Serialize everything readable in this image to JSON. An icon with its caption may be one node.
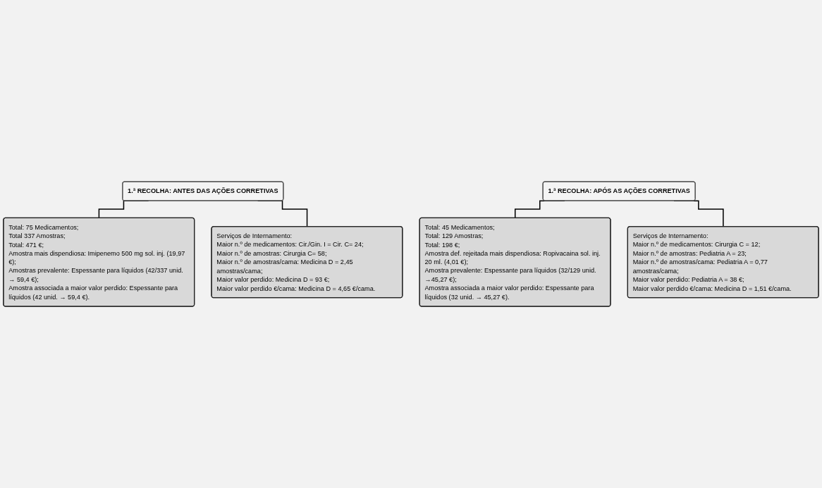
{
  "diagram": {
    "nodes": [
      {
        "text": [
          "1.ª RECOLHA: ANTES DAS AÇÕES CORRETIVAS"
        ]
      },
      {
        "text": [
          "Total: 75 Medicamentos;",
          "Total 337 Amostras;",
          "Total: 471 €;",
          "Amostra mais dispendiosa: Imipenemo 500 mg sol. inj. (19,97 €);",
          "Amostras prevalente: Espessante para líquidos (42/337 unid. → 59,4 €);",
          "Amostra associada a maior valor perdido: Espessante para líquidos (42 unid. → 59,4 €)."
        ]
      },
      {
        "text": [
          "Serviços de Internamento:",
          "Maior n.º de medicamentos: Cir./Gin. I = Cir. C= 24;",
          "Maior n.º de amostras: Cirurgia C= 58;",
          "Maior n.º de amostras/cama: Medicina D = 2,45 amostras/cama;",
          "Maior valor perdido: Medicina D = 93 €;",
          "Maior valor perdido €/cama: Medicina D = 4,65 €/cama."
        ]
      },
      {
        "text": [
          "1.ª RECOLHA: APÓS AS AÇÕES CORRETIVAS"
        ]
      },
      {
        "text": [
          "Total: 45 Medicamentos;",
          "Total: 129 Amostras;",
          "Total: 198 €;",
          "Amostra def. rejeitada mais dispendiosa: Ropivacaina sol. inj. 20 ml. (4,01 €);",
          "Amostra prevalente: Espessante para líquidos (32/129 unid. →45,27 €);",
          "Amostra associada a maior valor perdido: Espessante para líquidos (32 unid. → 45,27 €)."
        ]
      },
      {
        "text": [
          "Serviços de Internamento:",
          "Maior n.º de medicamentos: Cirurgia C = 12;",
          "Maior n.º de amostras: Pediatria A = 23;",
          "Maior n.º de amostras/cama: Pediatria A = 0,77 amostras/cama;",
          "Maior valor perdido: Pediatria A = 38 €;",
          "Maior valor perdido €/cama: Medicina D = 1,51 €/cama."
        ]
      }
    ],
    "edges": [
      {
        "from": 0,
        "to": 1,
        "arrow": "none"
      },
      {
        "from": 0,
        "to": 2,
        "arrow": "none"
      },
      {
        "from": 3,
        "to": 4,
        "arrow": "none"
      },
      {
        "from": 3,
        "to": 5,
        "arrow": "none"
      }
    ]
  }
}
